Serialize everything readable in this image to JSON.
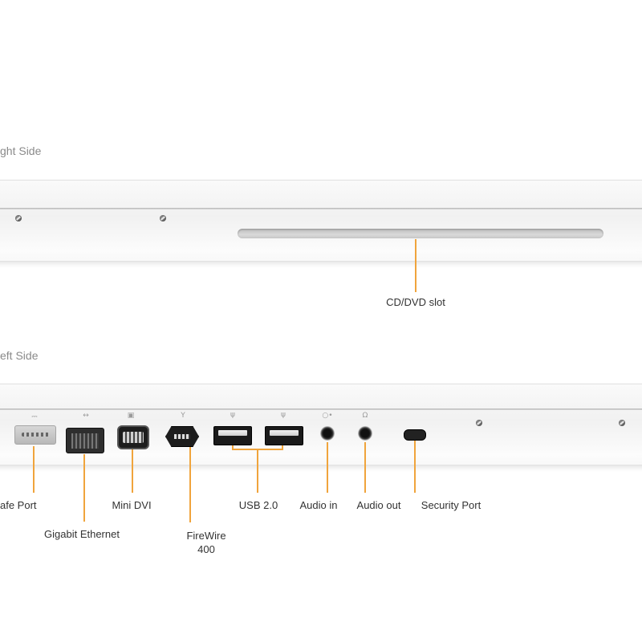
{
  "sections": {
    "right": {
      "title": "ght Side"
    },
    "left": {
      "title": "eft Side"
    }
  },
  "right_side": {
    "labels": {
      "cd_dvd": "CD/DVD slot"
    }
  },
  "left_side": {
    "labels": {
      "magsafe": "afe Port",
      "ethernet": "Gigabit Ethernet",
      "mini_dvi": "Mini DVI",
      "firewire": "FireWire\n400",
      "usb": "USB 2.0",
      "audio_in": "Audio in",
      "audio_out": "Audio out",
      "security": "Security Port"
    },
    "icons": {
      "magsafe": "magsafe-icon",
      "ethernet": "ethernet-icon",
      "mini_dvi": "display-icon",
      "firewire": "firewire-icon",
      "usb": "usb-icon",
      "audio_in": "audio-in-icon",
      "audio_out": "headphones-icon"
    }
  },
  "colors": {
    "leader": "#f0a43c",
    "background": "#ffffff",
    "label_text": "#333333",
    "section_title": "#8a8a8a"
  }
}
